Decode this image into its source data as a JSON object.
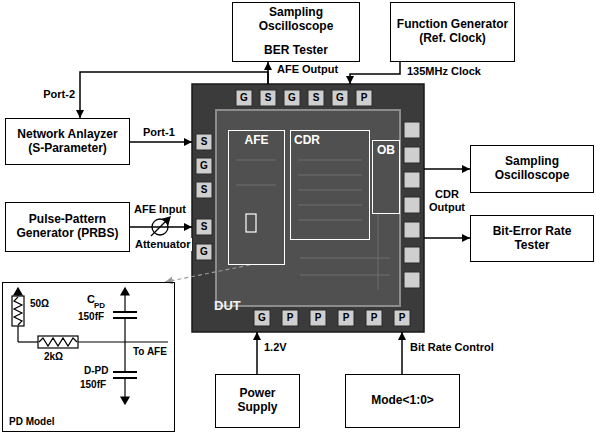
{
  "diagram": {
    "nodes": [
      {
        "text": [
          "Sampling Oscilloscope",
          "BER Tester"
        ]
      },
      {
        "text": [
          "Function Generator (Ref. Clock)"
        ]
      },
      {
        "text": [
          "Network Anlayzer (S-Parameter)"
        ]
      },
      {
        "text": [
          "DUT"
        ]
      },
      {
        "text": [
          "AFE"
        ],
        "in": 3
      },
      {
        "text": [
          "CDR"
        ],
        "in": 3
      },
      {
        "text": [
          "OB"
        ],
        "in": 3
      },
      {
        "text": [
          "Sampling Oscilloscope"
        ]
      },
      {
        "text": [
          "Bit-Error Rate Tester"
        ]
      },
      {
        "text": [
          "Pulse-Pattern Generator (PRBS)"
        ]
      },
      {
        "text": [
          "PD Model"
        ]
      },
      {
        "text": [
          "Power Supply"
        ]
      },
      {
        "text": [
          "Mode<1:0>"
        ]
      }
    ],
    "edges": [
      {
        "from": 3,
        "to": 0,
        "arrow": "to"
      },
      {
        "from": 3,
        "to": 2,
        "arrow": "to",
        "label": "Port-2"
      },
      {
        "from": 1,
        "to": 3,
        "arrow": "to",
        "label": "135MHz Clock"
      },
      {
        "from": 2,
        "to": 3,
        "arrow": "to",
        "label": "Port-1"
      },
      {
        "from": 9,
        "to": 3,
        "arrow": "to",
        "label": "AFE Input"
      },
      {
        "from": 3,
        "to": 7,
        "arrow": "to"
      },
      {
        "from": 3,
        "to": 8,
        "arrow": "to"
      },
      {
        "from": 11,
        "to": 3,
        "arrow": "to",
        "label": "1.2V"
      },
      {
        "from": 12,
        "to": 3,
        "arrow": "to",
        "label": "Bit Rate Control"
      },
      {
        "from": 4,
        "to": 10,
        "arrow": "to"
      }
    ],
    "labels": [
      "AFE Output",
      "Attenuator",
      "CDR Output",
      "G",
      "S",
      "G",
      "S",
      "G",
      "P",
      "S",
      "G",
      "S",
      "S",
      "G",
      "G",
      "P",
      "P",
      "P",
      "P",
      "P",
      "50Ω",
      "C",
      "PD",
      "150fF",
      "2kΩ",
      "To AFE",
      "D-PD",
      "150fF"
    ]
  }
}
